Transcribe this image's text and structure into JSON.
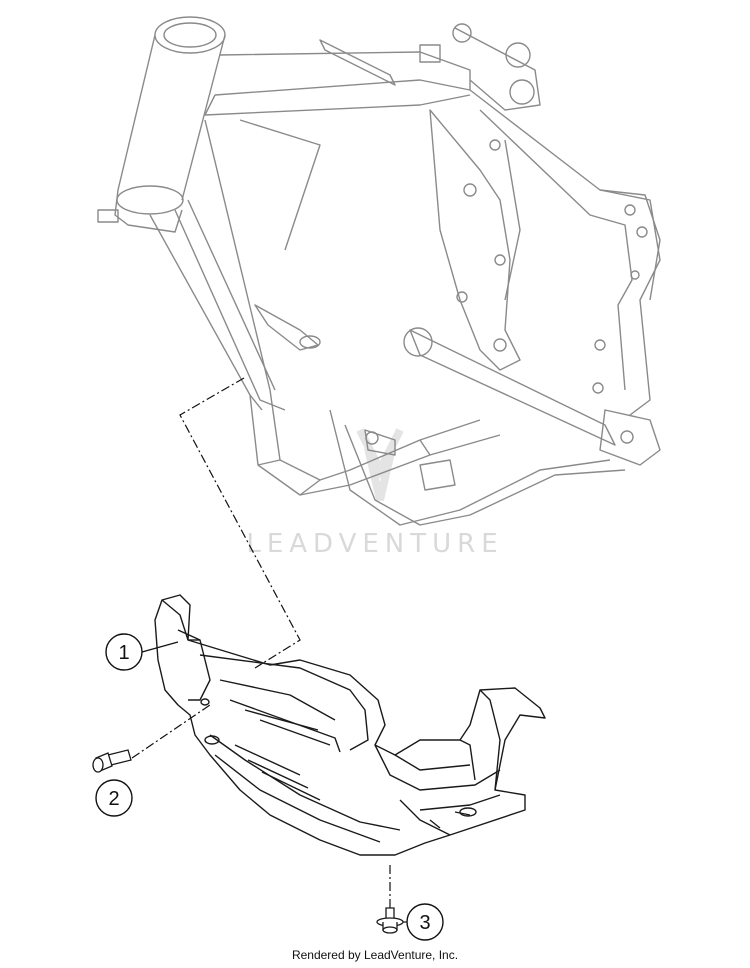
{
  "diagram": {
    "callouts": [
      {
        "id": "1",
        "label": "1"
      },
      {
        "id": "2",
        "label": "2"
      },
      {
        "id": "3",
        "label": "3"
      }
    ],
    "watermark": "LEADVENTURE",
    "credit": "Rendered by LeadVenture, Inc."
  },
  "colors": {
    "frame_stroke": "#8a8a8a",
    "plate_stroke": "#1a1a1a",
    "watermark": "#d9d9d9"
  }
}
